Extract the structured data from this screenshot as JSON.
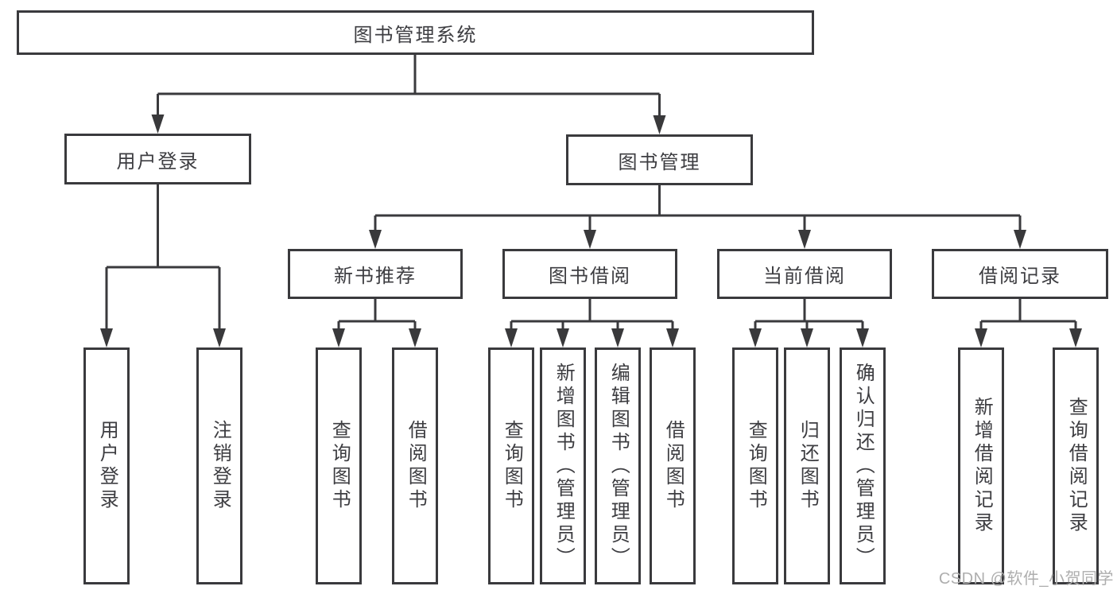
{
  "diagram_title": "图书管理系统",
  "colors": {
    "line": "#3a3a3d",
    "box_border": "#3a3a3d",
    "text": "#3d3d41",
    "background": "#ffffff",
    "watermark": "#aeaeae"
  },
  "tree": {
    "label": "图书管理系统",
    "children": [
      {
        "label": "用户登录",
        "children": [
          {
            "label": "用户登录"
          },
          {
            "label": "注销登录"
          }
        ]
      },
      {
        "label": "图书管理",
        "children": [
          {
            "label": "新书推荐",
            "children": [
              {
                "label": "查询图书"
              },
              {
                "label": "借阅图书"
              }
            ]
          },
          {
            "label": "图书借阅",
            "children": [
              {
                "label": "查询图书"
              },
              {
                "label": "新增图书（管理员）"
              },
              {
                "label": "编辑图书（管理员）"
              },
              {
                "label": "借阅图书"
              }
            ]
          },
          {
            "label": "当前借阅",
            "children": [
              {
                "label": "查询图书"
              },
              {
                "label": "归还图书"
              },
              {
                "label": "确认归还（管理员）"
              }
            ]
          },
          {
            "label": "借阅记录",
            "children": [
              {
                "label": "新增借阅记录"
              },
              {
                "label": "查询借阅记录"
              }
            ]
          }
        ]
      }
    ]
  },
  "watermark": "CSDN @软件_小贺同学"
}
